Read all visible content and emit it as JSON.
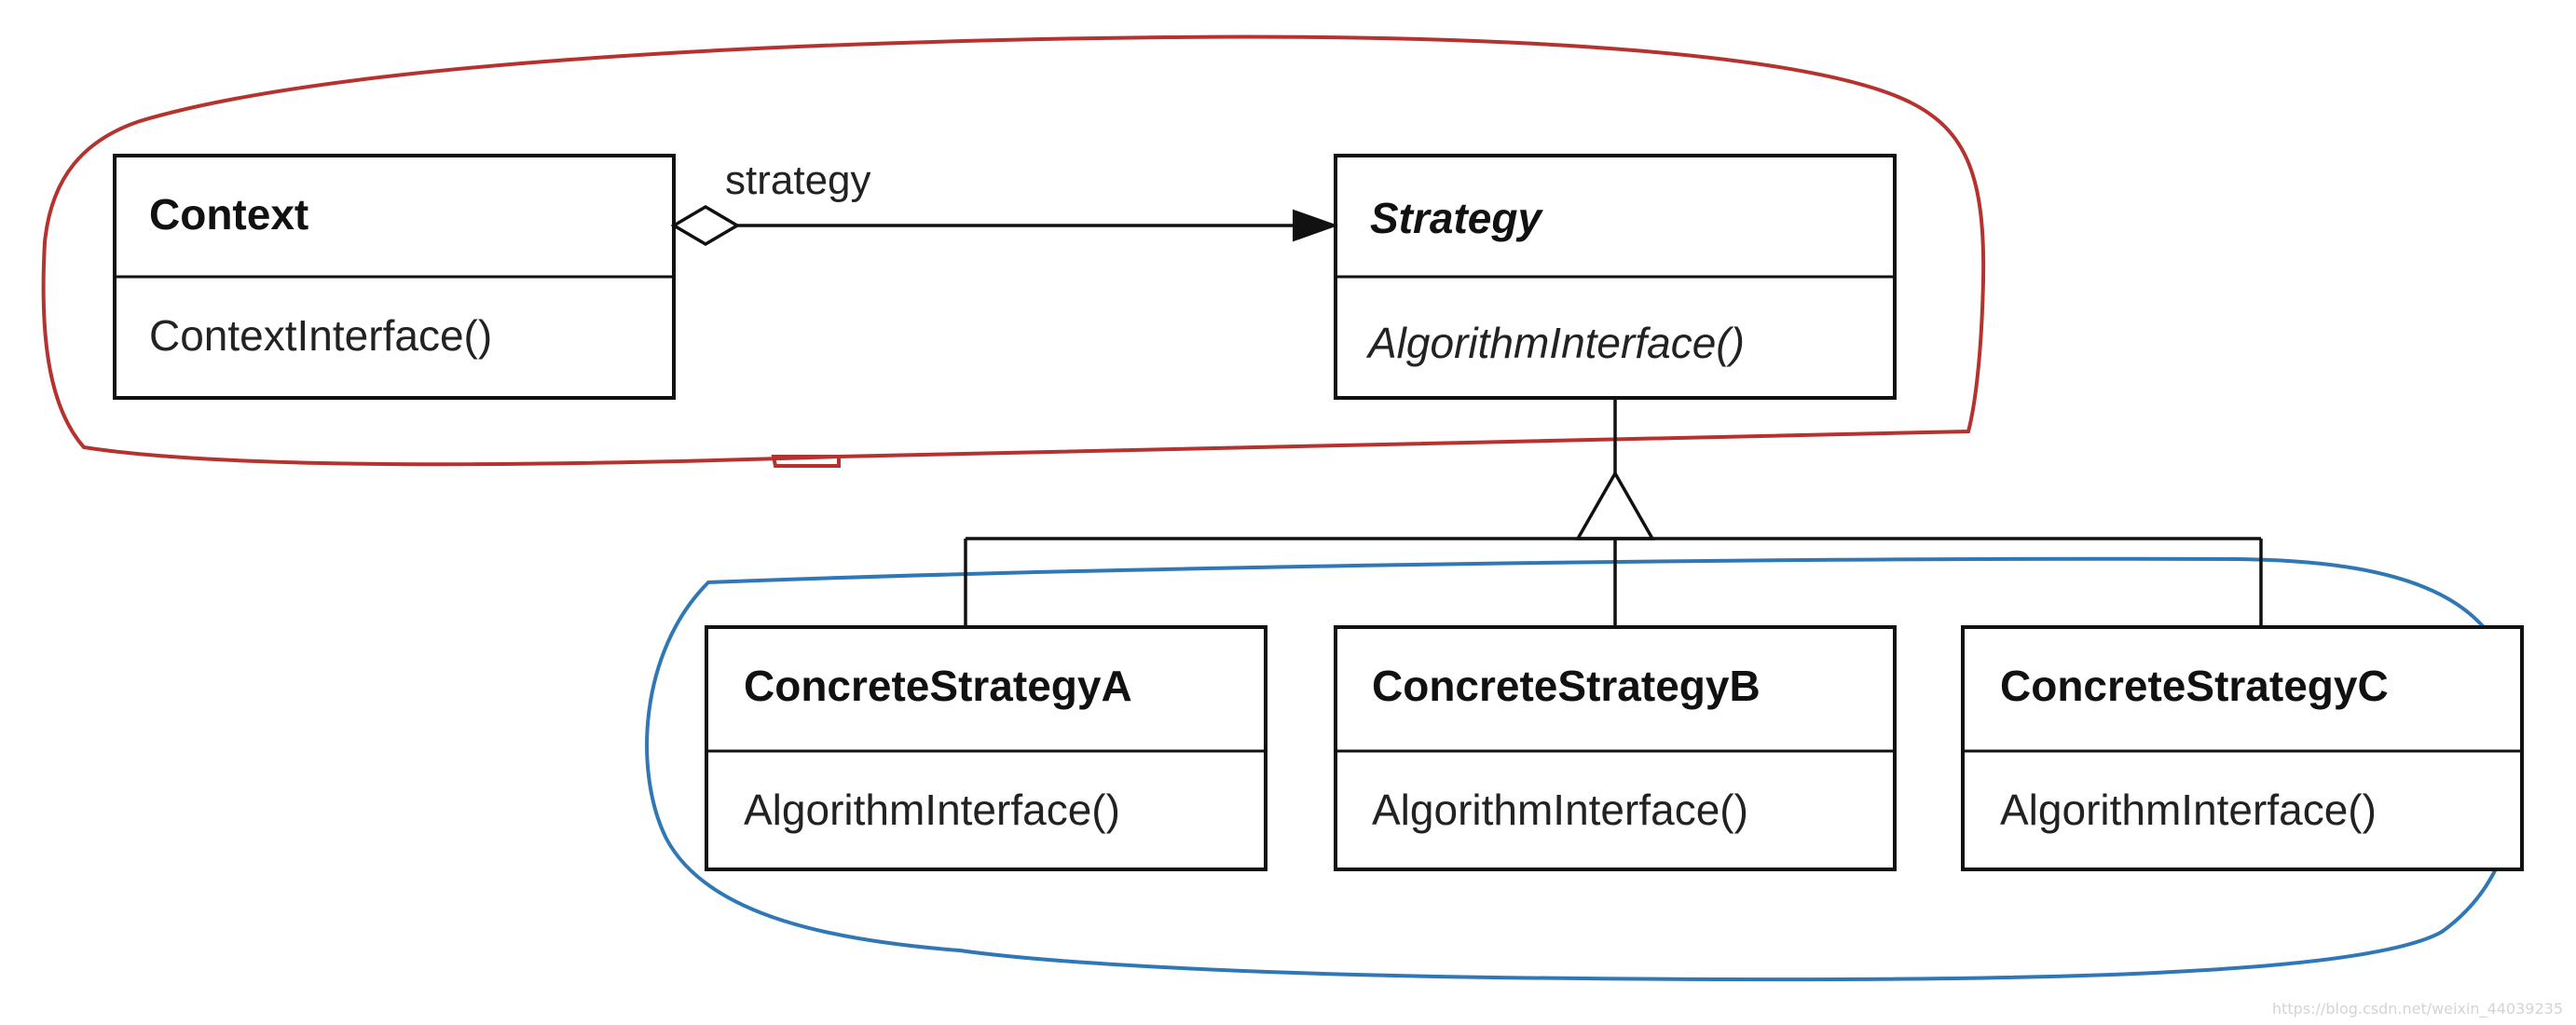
{
  "diagram": {
    "classes": {
      "context": {
        "name": "Context",
        "operation": "ContextInterface()"
      },
      "strategy": {
        "name": "Strategy",
        "operation": "AlgorithmInterface()"
      },
      "concrete_a": {
        "name": "ConcreteStrategyA",
        "operation": "AlgorithmInterface()"
      },
      "concrete_b": {
        "name": "ConcreteStrategyB",
        "operation": "AlgorithmInterface()"
      },
      "concrete_c": {
        "name": "ConcreteStrategyC",
        "operation": "AlgorithmInterface()"
      }
    },
    "association_role": "strategy",
    "annotation_colors": {
      "top_outline": "#b5322e",
      "bottom_outline": "#2f78b5"
    }
  },
  "watermark": "https://blog.csdn.net/weixin_44039235"
}
